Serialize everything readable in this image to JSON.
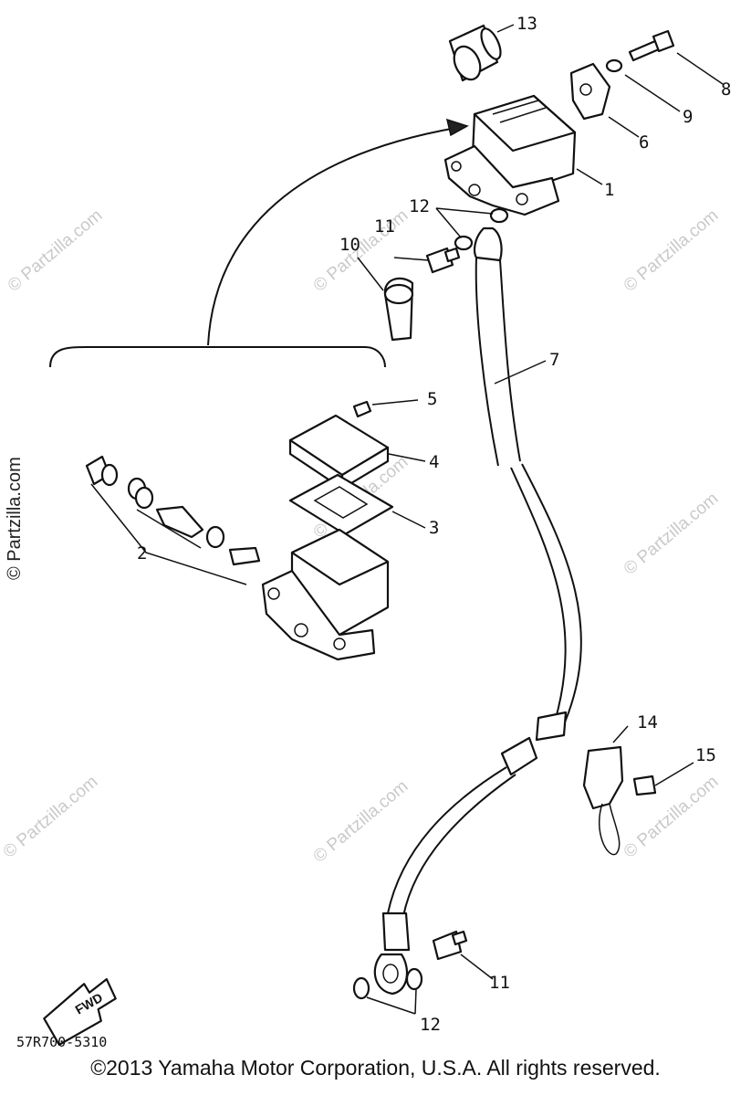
{
  "diagram": {
    "callouts": {
      "c1": "1",
      "c2": "2",
      "c3": "3",
      "c4": "4",
      "c5": "5",
      "c6": "6",
      "c7": "7",
      "c8": "8",
      "c9": "9",
      "c10": "10",
      "c11_top": "11",
      "c11_bottom": "11",
      "c12_top": "12",
      "c12_bottom": "12",
      "c13": "13",
      "c14": "14",
      "c15": "15"
    },
    "fwd_label": "FWD",
    "part_code": "57R700-5310",
    "watermark": "© Partzilla.com",
    "side_watermark": "© Partzilla.com",
    "copyright": "©2013  Yamaha Motor Corporation, U.S.A. All rights reserved."
  }
}
